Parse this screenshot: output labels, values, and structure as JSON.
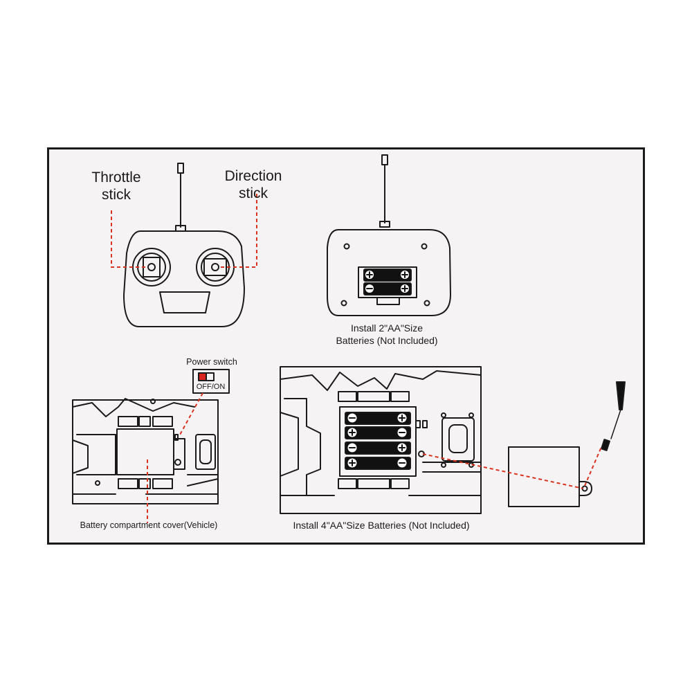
{
  "labels": {
    "throttle_stick": "Throttle\nstick",
    "direction_stick": "Direction\nstick",
    "install_two": "Install 2\"AA\"Size\nBatteries (Not Included)",
    "power_switch": "Power switch",
    "switch_states": "OFF/ON",
    "cover_vehicle": "Battery compartment cover(Vehicle)",
    "install_four": "Install 4\"AA\"Size Batteries (Not Included)"
  },
  "colors": {
    "line": "#1a1a1a",
    "leader": "#d9331f",
    "switch_on": "#d9231f",
    "background": "#f6f3f4"
  },
  "icons": [
    "transmitter-front-icon",
    "transmitter-back-icon",
    "vehicle-chassis-icon",
    "screwdriver-icon",
    "battery-icon"
  ]
}
